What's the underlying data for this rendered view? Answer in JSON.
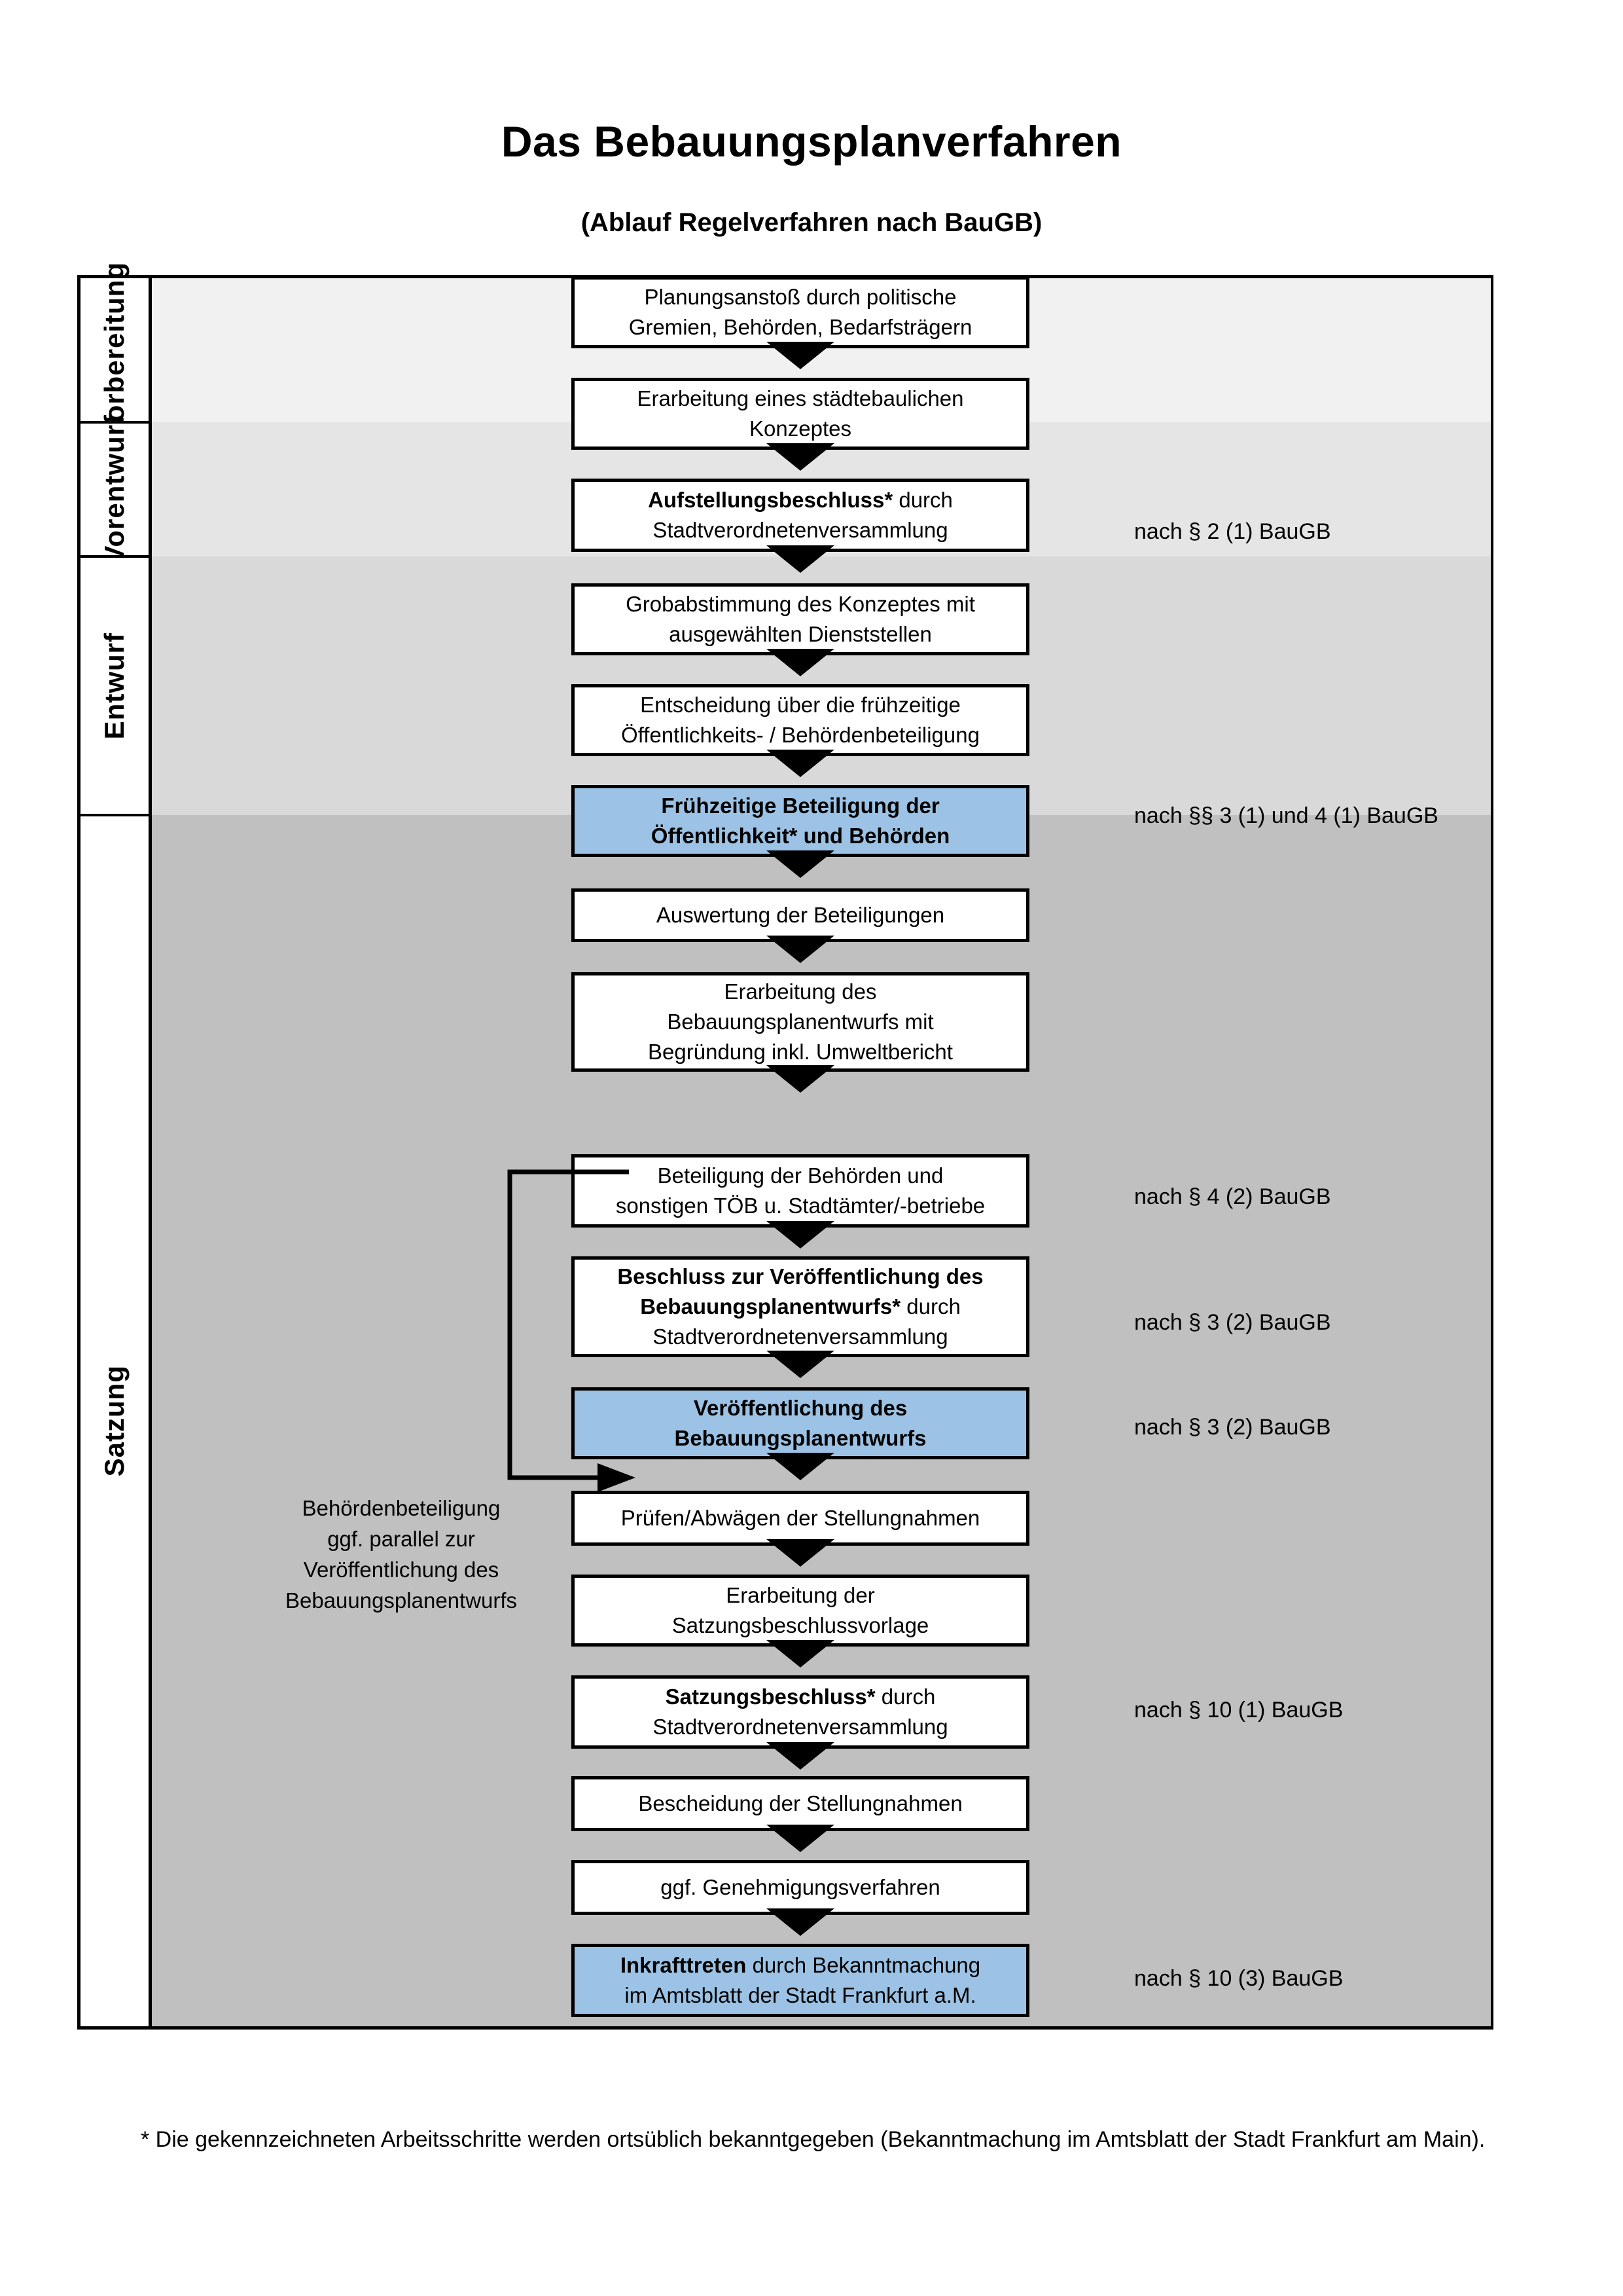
{
  "header": {
    "title": "Das Bebauungsplanverfahren",
    "subtitle": "(Ablauf Regelverfahren nach BauGB)"
  },
  "colors": {
    "highlight_blue": "#9CC3E5",
    "band_vorbereitung": "#F1F1F1",
    "band_vorentwurf": "#E5E5E5",
    "band_entwurf": "#D9D9D9",
    "band_satzung": "#C0C0C0",
    "stroke": "#000000"
  },
  "phases": [
    {
      "id": "vorbereitung",
      "label": "Vorbereitung"
    },
    {
      "id": "vorentwurf",
      "label": "Vorentwurf"
    },
    {
      "id": "entwurf",
      "label": "Entwurf"
    },
    {
      "id": "satzung",
      "label": "Satzung"
    }
  ],
  "steps": [
    {
      "id": "planungsanstoss",
      "phase": "vorbereitung",
      "highlight": false,
      "lines": [
        {
          "text": "Planungsanstoß durch politische",
          "bold": false
        },
        {
          "text": "Gremien, Behörden, Bedarfsträgern",
          "bold": false
        }
      ]
    },
    {
      "id": "staedtebaul-konzept",
      "phase": "vorbereitung",
      "highlight": false,
      "lines": [
        {
          "text": "Erarbeitung eines städtebaulichen",
          "bold": false
        },
        {
          "text": "Konzeptes",
          "bold": false
        }
      ]
    },
    {
      "id": "aufstellungsbeschluss",
      "phase": "vorbereitung",
      "highlight": false,
      "lines": [
        {
          "text": "Aufstellungsbeschluss*",
          "bold": true,
          "tail": " durch"
        },
        {
          "text": "Stadtverordnetenversammlung",
          "bold": false
        }
      ]
    },
    {
      "id": "grobabstimmung",
      "phase": "vorentwurf",
      "highlight": false,
      "lines": [
        {
          "text": "Grobabstimmung des Konzeptes mit",
          "bold": false
        },
        {
          "text": "ausgewählten Dienststellen",
          "bold": false
        }
      ]
    },
    {
      "id": "entscheidung-fruehzeitig",
      "phase": "vorentwurf",
      "highlight": false,
      "lines": [
        {
          "text": "Entscheidung über die frühzeitige",
          "bold": false
        },
        {
          "text": "Öffentlichkeits- / Behördenbeteiligung",
          "bold": false
        }
      ]
    },
    {
      "id": "fruehzeitige-beteiligung",
      "phase": "vorentwurf",
      "highlight": true,
      "lines": [
        {
          "text": "Frühzeitige Beteiligung der",
          "bold": true
        },
        {
          "text": "Öffentlichkeit* und Behörden",
          "bold": true
        }
      ]
    },
    {
      "id": "auswertung",
      "phase": "entwurf",
      "highlight": false,
      "lines": [
        {
          "text": "Auswertung der Beteiligungen",
          "bold": false
        }
      ]
    },
    {
      "id": "erarbeitung-entwurf",
      "phase": "entwurf",
      "highlight": false,
      "lines": [
        {
          "text": "Erarbeitung des",
          "bold": false
        },
        {
          "text": "Bebauungsplanentwurfs mit",
          "bold": false
        },
        {
          "text": "Begründung inkl. Umweltbericht",
          "bold": false
        }
      ]
    },
    {
      "id": "beteiligung-behoerden",
      "phase": "entwurf",
      "highlight": false,
      "lines": [
        {
          "text": "Beteiligung der Behörden und",
          "bold": false
        },
        {
          "text": "sonstigen TÖB u. Stadtämter/-betriebe",
          "bold": false
        }
      ]
    },
    {
      "id": "beschluss-veroeffentlichung",
      "phase": "entwurf",
      "highlight": false,
      "lines": [
        {
          "text": "Beschluss zur Veröffentlichung des",
          "bold": true
        },
        {
          "text": "Bebauungsplanentwurfs*",
          "bold": true,
          "tail": " durch"
        },
        {
          "text": "Stadtverordnetenversammlung",
          "bold": false
        }
      ]
    },
    {
      "id": "veroeffentlichung",
      "phase": "entwurf",
      "highlight": true,
      "lines": [
        {
          "text": "Veröffentlichung des",
          "bold": true
        },
        {
          "text": "Bebauungsplanentwurfs",
          "bold": true
        }
      ]
    },
    {
      "id": "pruefen-abwaegen",
      "phase": "satzung",
      "highlight": false,
      "lines": [
        {
          "text": "Prüfen/Abwägen der Stellungnahmen",
          "bold": false
        }
      ]
    },
    {
      "id": "satzungsbeschlussvorlage",
      "phase": "satzung",
      "highlight": false,
      "lines": [
        {
          "text": "Erarbeitung der",
          "bold": false
        },
        {
          "text": "Satzungsbeschlussvorlage",
          "bold": false
        }
      ]
    },
    {
      "id": "satzungsbeschluss",
      "phase": "satzung",
      "highlight": false,
      "lines": [
        {
          "text": "Satzungsbeschluss*",
          "bold": true,
          "tail": " durch"
        },
        {
          "text": "Stadtverordnetenversammlung",
          "bold": false
        }
      ]
    },
    {
      "id": "bescheidung",
      "phase": "satzung",
      "highlight": false,
      "lines": [
        {
          "text": "Bescheidung der Stellungnahmen",
          "bold": false
        }
      ]
    },
    {
      "id": "genehmigungsverfahren",
      "phase": "satzung",
      "highlight": false,
      "lines": [
        {
          "text": "ggf. Genehmigungsverfahren",
          "bold": false
        }
      ]
    },
    {
      "id": "inkrafttreten",
      "phase": "satzung",
      "highlight": true,
      "lines": [
        {
          "text": "Inkrafttreten",
          "bold": true,
          "tail": " durch Bekanntmachung"
        },
        {
          "text": "im Amtsblatt der Stadt Frankfurt a.M.",
          "bold": false
        }
      ]
    }
  ],
  "law_notes": [
    {
      "id": "note-p2-1",
      "text": "nach § 2 (1) BauGB",
      "for": "aufstellungsbeschluss"
    },
    {
      "id": "note-p3-4",
      "text": "nach §§ 3 (1) und 4 (1) BauGB",
      "for": "fruehzeitige-beteiligung"
    },
    {
      "id": "note-p4-2",
      "text": "nach § 4 (2) BauGB",
      "for": "beteiligung-behoerden"
    },
    {
      "id": "note-p3-2a",
      "text": "nach § 3 (2) BauGB",
      "for": "beschluss-veroeffentlichung"
    },
    {
      "id": "note-p3-2b",
      "text": "nach § 3 (2) BauGB",
      "for": "veroeffentlichung"
    },
    {
      "id": "note-p10-1",
      "text": "nach § 10 (1) BauGB",
      "for": "satzungsbeschluss"
    },
    {
      "id": "note-p10-3",
      "text": "nach § 10 (3) BauGB",
      "for": "inkrafttreten"
    }
  ],
  "side_note": {
    "lines": [
      "Behördenbeteiligung",
      "ggf. parallel zur",
      "Veröffentlichung des",
      "Bebauungsplanentwurfs"
    ]
  },
  "footnote": {
    "text": "* Die gekennzeichneten Arbeitsschritte werden ortsüblich bekanntgegeben (Bekanntmachung im Amtsblatt  der Stadt Frankfurt am Main)."
  }
}
